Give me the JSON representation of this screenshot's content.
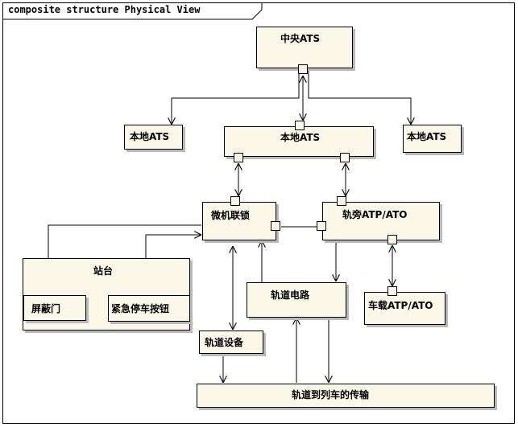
{
  "diagram": {
    "frame_title": "composite structure Physical View",
    "nodes": {
      "central_ats": "中央ATS",
      "local_ats_left": "本地ATS",
      "local_ats_center": "本地ATS",
      "local_ats_right": "本地ATS",
      "interlocking": "微机联锁",
      "trackside_atp_ato": "轨旁ATP/ATO",
      "station": "站台",
      "platform_screen_door": "屏蔽门",
      "emergency_stop_button": "紧急停车按钮",
      "track_circuit": "轨道电路",
      "onboard_atp_ato": "车载ATP/ATO",
      "track_equipment": "轨道设备",
      "track_to_train_transmission": "轨道到列车的传输"
    }
  }
}
